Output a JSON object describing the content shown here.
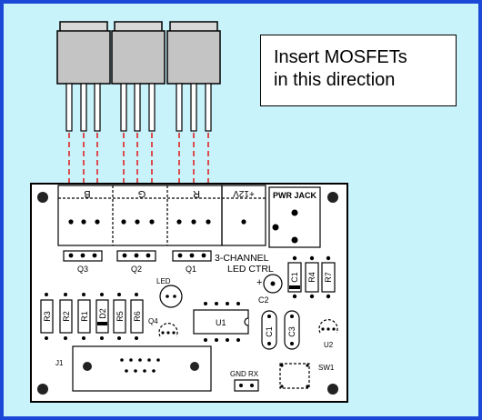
{
  "callout": {
    "line1": "Insert MOSFETs",
    "line2": "in this direction"
  },
  "colors": {
    "background": "#c8f3fb",
    "frame": "#1c48d8",
    "guide_lines": "#e01818",
    "board": "#ffffff",
    "mosfet_body": "#c8c8c8"
  },
  "board": {
    "header_labels": [
      "B",
      "G",
      "R",
      "+12V",
      "PWR JACK"
    ],
    "mosfet_labels": [
      "Q3",
      "Q2",
      "Q1"
    ],
    "title_line1": "3-CHANNEL",
    "title_line2": "LED CTRL",
    "resistors_left": [
      "R3",
      "R2",
      "R1",
      "D2",
      "R5",
      "R6"
    ],
    "resistors_right": [
      "C1",
      "R4",
      "R7"
    ],
    "cap_c2": "C2",
    "led": "LED",
    "plus_sign": "+",
    "q4": "Q4",
    "u1": "U1",
    "c1": "C1",
    "c3": "C3",
    "u2": "U2",
    "j1": "J1",
    "gnd_rx": "GND RX",
    "sw1": "SW1"
  }
}
